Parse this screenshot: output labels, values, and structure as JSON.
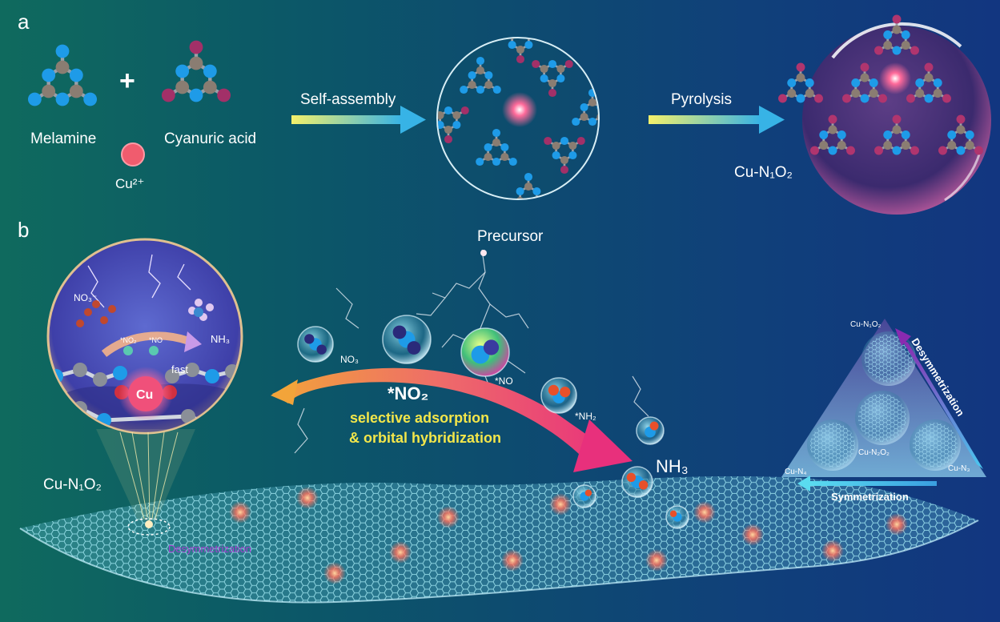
{
  "panel_a": {
    "label": "a",
    "melamine": "Melamine",
    "cyanuric_acid": "Cyanuric acid",
    "plus": "+",
    "cu_ion": "Cu²⁺",
    "self_assembly": "Self-assembly",
    "pyrolysis": "Pyrolysis",
    "precursor": "Precursor",
    "product": "Cu-N₁O₂"
  },
  "panel_b": {
    "label": "b",
    "inset": {
      "no3": "NO₃⁻",
      "nh3": "NH₃",
      "no2_ads": "*NO₂",
      "no_ads": "*NO",
      "fast": "fast",
      "cu": "Cu"
    },
    "site_label": "Cu-N₁O₂",
    "desym_site": "Desymmetrization",
    "pathway": {
      "no3": "NO₃",
      "no2": "*NO₂",
      "no": "*NO",
      "nh2": "*NH₂",
      "nh3": "NH₃",
      "line1": "selective adsorption",
      "line2": "& orbital hybridization"
    },
    "triangle": {
      "top": "Cu-N₁O₂",
      "center": "Cu-N₂O₂",
      "left": "Cu-N₄",
      "right": "Cu-N₃",
      "desymmetrization": "Desymmetrization",
      "symmetrization": "Symmetrization"
    }
  },
  "colors": {
    "n_atom": "#1e9be8",
    "c_atom": "#8a7d72",
    "o_atom": "#a23068",
    "cu_atom": "#ff5f88",
    "accent_yellow": "#f3e64a",
    "arrow_pink": "#e8307c",
    "arrow_orange": "#f2a43a"
  }
}
